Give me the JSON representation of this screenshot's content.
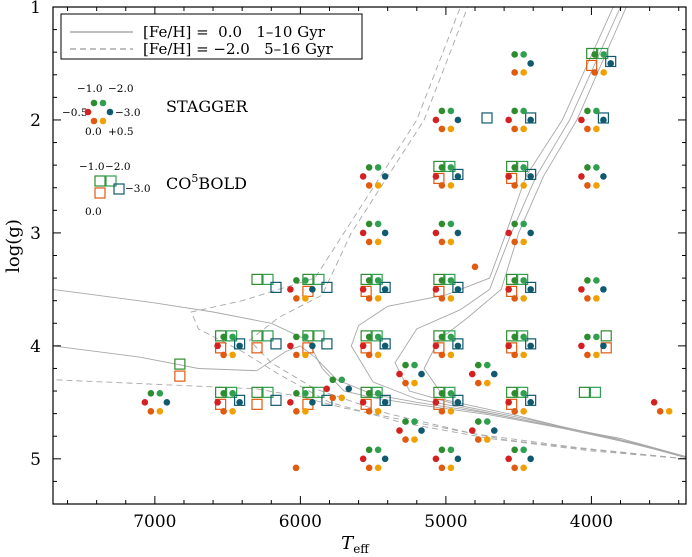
{
  "chart_data": {
    "type": "scatter",
    "xlabel_main": "T",
    "xlabel_sub": "eff",
    "ylabel": "log(g)",
    "xlim": [
      7700,
      3350
    ],
    "ylim": [
      5.4,
      1.0
    ],
    "xticks": [
      7000,
      6000,
      5000,
      4000
    ],
    "xtick_labels": [
      "7000",
      "6000",
      "5000",
      "4000"
    ],
    "yticks": [
      1,
      2,
      3,
      4,
      5
    ],
    "ytick_labels": [
      "1",
      "2",
      "3",
      "4",
      "5"
    ],
    "legend_placement": "top-left",
    "legend": [
      {
        "label": "[Fe/H] =  0.0   1–10 Gyr",
        "style": "solid"
      },
      {
        "label": "[Fe/H] = −2.0   5–16 Gyr",
        "style": "dashed"
      }
    ],
    "key_stagger": {
      "title": "STAGGER",
      "labels": [
        "−1.0",
        "−2.0",
        "−0.5",
        "−3.0",
        "0.0",
        "+0.5"
      ]
    },
    "key_co5bold": {
      "title_prefix": "CO",
      "title_sup": "5",
      "title_suffix": "BOLD",
      "labels": [
        "−1.0",
        "−2.0",
        "−3.0",
        "0.0"
      ]
    },
    "metallicity_colors": {
      "+0.5": "#f0a000",
      "0.0": "#e05a10",
      "-0.5": "#d42020",
      "-1.0": "#2e8b2e",
      "-2.0": "#30a050",
      "-3.0": "#0f5a6e"
    },
    "stagger_grid": [
      {
        "teff": 3950,
        "logg": 1.5,
        "mets": [
          "-1.0",
          "-2.0",
          "-3.0",
          "0.0",
          "+0.5"
        ]
      },
      {
        "teff": 4500,
        "logg": 1.5,
        "mets": [
          "-1.0",
          "-2.0",
          "-3.0",
          "0.0",
          "+0.5"
        ]
      },
      {
        "teff": 5000,
        "logg": 2.0,
        "mets": [
          "-1.0",
          "-2.0",
          "-0.5",
          "-3.0",
          "0.0",
          "+0.5"
        ]
      },
      {
        "teff": 4500,
        "logg": 2.0,
        "mets": [
          "-1.0",
          "-2.0",
          "-0.5",
          "-3.0",
          "0.0",
          "+0.5"
        ]
      },
      {
        "teff": 4000,
        "logg": 2.0,
        "mets": [
          "-1.0",
          "-2.0",
          "-0.5",
          "-3.0",
          "0.0",
          "+0.5"
        ]
      },
      {
        "teff": 5500,
        "logg": 2.5,
        "mets": [
          "-1.0",
          "-2.0",
          "-0.5",
          "-3.0",
          "0.0",
          "+0.5"
        ]
      },
      {
        "teff": 5000,
        "logg": 2.5,
        "mets": [
          "-1.0",
          "-2.0",
          "-0.5",
          "-3.0",
          "0.0",
          "+0.5"
        ]
      },
      {
        "teff": 4500,
        "logg": 2.5,
        "mets": [
          "-1.0",
          "-2.0",
          "-0.5",
          "-3.0",
          "0.0",
          "+0.5"
        ]
      },
      {
        "teff": 4000,
        "logg": 2.5,
        "mets": [
          "-1.0",
          "-2.0",
          "-0.5",
          "-3.0",
          "0.0",
          "+0.5"
        ]
      },
      {
        "teff": 5500,
        "logg": 3.0,
        "mets": [
          "-1.0",
          "-2.0",
          "-0.5",
          "-3.0",
          "0.0",
          "+0.5"
        ]
      },
      {
        "teff": 5000,
        "logg": 3.0,
        "mets": [
          "-1.0",
          "-2.0",
          "-0.5",
          "-3.0",
          "0.0",
          "+0.5"
        ]
      },
      {
        "teff": 4500,
        "logg": 3.0,
        "mets": [
          "-1.0",
          "-2.0",
          "-0.5",
          "-3.0",
          "0.0",
          "+0.5"
        ]
      },
      {
        "teff": 6000,
        "logg": 3.5,
        "mets": [
          "-1.0",
          "-2.0",
          "-0.5",
          "-3.0",
          "0.0",
          "+0.5"
        ]
      },
      {
        "teff": 5500,
        "logg": 3.5,
        "mets": [
          "-1.0",
          "-2.0",
          "-0.5",
          "-3.0",
          "0.0",
          "+0.5"
        ]
      },
      {
        "teff": 5000,
        "logg": 3.5,
        "mets": [
          "-1.0",
          "-2.0",
          "-0.5",
          "-3.0",
          "0.0",
          "+0.5"
        ]
      },
      {
        "teff": 4500,
        "logg": 3.5,
        "mets": [
          "-1.0",
          "-2.0",
          "-0.5",
          "-3.0",
          "0.0",
          "+0.5"
        ]
      },
      {
        "teff": 4000,
        "logg": 3.5,
        "mets": [
          "-1.0",
          "-2.0",
          "-0.5",
          "-3.0",
          "0.0",
          "+0.5"
        ]
      },
      {
        "teff": 6500,
        "logg": 4.0,
        "mets": [
          "-1.0",
          "-2.0",
          "-0.5",
          "-3.0",
          "0.0",
          "+0.5"
        ]
      },
      {
        "teff": 6000,
        "logg": 4.0,
        "mets": [
          "-1.0",
          "-2.0",
          "-0.5",
          "-3.0",
          "0.0",
          "+0.5"
        ]
      },
      {
        "teff": 5500,
        "logg": 4.0,
        "mets": [
          "-1.0",
          "-2.0",
          "-0.5",
          "-3.0",
          "0.0",
          "+0.5"
        ]
      },
      {
        "teff": 5000,
        "logg": 4.0,
        "mets": [
          "-1.0",
          "-2.0",
          "-0.5",
          "-3.0",
          "0.0",
          "+0.5"
        ]
      },
      {
        "teff": 4500,
        "logg": 4.0,
        "mets": [
          "-1.0",
          "-2.0",
          "-0.5",
          "-3.0",
          "0.0",
          "+0.5"
        ]
      },
      {
        "teff": 4000,
        "logg": 4.0,
        "mets": [
          "-1.0",
          "-2.0",
          "-0.5",
          "-3.0",
          "0.0",
          "+0.5"
        ]
      },
      {
        "teff": 5250,
        "logg": 4.25,
        "mets": [
          "-1.0",
          "-2.0",
          "-0.5",
          "-3.0",
          "0.0",
          "+0.5"
        ]
      },
      {
        "teff": 4750,
        "logg": 4.25,
        "mets": [
          "-1.0",
          "-2.0",
          "-0.5",
          "-3.0",
          "0.0",
          "+0.5"
        ]
      },
      {
        "teff": 7000,
        "logg": 4.5,
        "mets": [
          "-1.0",
          "-2.0",
          "-0.5",
          "-3.0",
          "0.0",
          "+0.5"
        ]
      },
      {
        "teff": 6500,
        "logg": 4.5,
        "mets": [
          "-1.0",
          "-2.0",
          "-0.5",
          "-3.0",
          "0.0",
          "+0.5"
        ]
      },
      {
        "teff": 6000,
        "logg": 4.5,
        "mets": [
          "-1.0",
          "-2.0",
          "-0.5",
          "-3.0",
          "0.0",
          "+0.5"
        ]
      },
      {
        "teff": 5750,
        "logg": 4.38,
        "mets": [
          "-1.0",
          "-2.0",
          "-0.5",
          "-3.0",
          "0.0",
          "+0.5"
        ]
      },
      {
        "teff": 5500,
        "logg": 4.5,
        "mets": [
          "-1.0",
          "-2.0",
          "-0.5",
          "-3.0",
          "0.0",
          "+0.5"
        ]
      },
      {
        "teff": 5000,
        "logg": 4.5,
        "mets": [
          "-1.0",
          "-2.0",
          "-0.5",
          "-3.0",
          "0.0",
          "+0.5"
        ]
      },
      {
        "teff": 4500,
        "logg": 4.5,
        "mets": [
          "-1.0",
          "-2.0",
          "-0.5",
          "-3.0",
          "0.0",
          "+0.5"
        ]
      },
      {
        "teff": 5250,
        "logg": 4.75,
        "mets": [
          "-1.0",
          "-2.0",
          "-0.5",
          "-3.0",
          "0.0",
          "+0.5"
        ]
      },
      {
        "teff": 4750,
        "logg": 4.75,
        "mets": [
          "-1.0",
          "-2.0",
          "-0.5",
          "-3.0",
          "0.0",
          "+0.5"
        ]
      },
      {
        "teff": 5500,
        "logg": 5.0,
        "mets": [
          "-1.0",
          "-2.0",
          "-0.5",
          "-3.0",
          "0.0",
          "+0.5"
        ]
      },
      {
        "teff": 5000,
        "logg": 5.0,
        "mets": [
          "-1.0",
          "-2.0",
          "-0.5",
          "-3.0",
          "0.0",
          "+0.5"
        ]
      },
      {
        "teff": 4500,
        "logg": 5.0,
        "mets": [
          "-1.0",
          "-2.0",
          "-0.5",
          "-3.0",
          "0.0",
          "+0.5"
        ]
      },
      {
        "teff": 3500,
        "logg": 4.5,
        "mets": [
          "-0.5",
          "0.0",
          "+0.5"
        ]
      },
      {
        "teff": 4800,
        "logg": 3.3,
        "mets": [
          "0.0"
        ]
      },
      {
        "teff": 6030,
        "logg": 5.08,
        "mets": [
          "0.0"
        ]
      }
    ],
    "co5bold_grid": [
      {
        "teff": 3950,
        "logg": 1.5,
        "mets": [
          "-1.0",
          "-2.0",
          "-3.0",
          "0.0"
        ]
      },
      {
        "teff": 4800,
        "logg": 2.0,
        "mets": [
          "-3.0"
        ]
      },
      {
        "teff": 4500,
        "logg": 2.0,
        "mets": [
          "-3.0"
        ]
      },
      {
        "teff": 4000,
        "logg": 2.0,
        "mets": [
          "-3.0"
        ]
      },
      {
        "teff": 5000,
        "logg": 2.5,
        "mets": [
          "-1.0",
          "-2.0",
          "-3.0",
          "0.0"
        ]
      },
      {
        "teff": 4500,
        "logg": 2.5,
        "mets": [
          "-1.0",
          "-2.0",
          "-3.0",
          "0.0"
        ]
      },
      {
        "teff": 6250,
        "logg": 3.5,
        "mets": [
          "-1.0",
          "-2.0",
          "-3.0"
        ]
      },
      {
        "teff": 5900,
        "logg": 3.5,
        "mets": [
          "-1.0",
          "-2.0",
          "-3.0",
          "0.0"
        ]
      },
      {
        "teff": 5500,
        "logg": 3.5,
        "mets": [
          "-1.0",
          "-2.0",
          "-3.0",
          "0.0"
        ]
      },
      {
        "teff": 5000,
        "logg": 3.5,
        "mets": [
          "-1.0",
          "-2.0",
          "-3.0",
          "0.0"
        ]
      },
      {
        "teff": 4500,
        "logg": 3.5,
        "mets": [
          "-1.0",
          "-2.0",
          "-3.0",
          "0.0"
        ]
      },
      {
        "teff": 6500,
        "logg": 4.0,
        "mets": [
          "-1.0",
          "-2.0",
          "-3.0",
          "0.0"
        ]
      },
      {
        "teff": 6250,
        "logg": 4.0,
        "mets": [
          "-1.0",
          "-2.0",
          "-3.0",
          "0.0"
        ]
      },
      {
        "teff": 5900,
        "logg": 4.0,
        "mets": [
          "-1.0",
          "-2.0",
          "-3.0",
          "0.0"
        ]
      },
      {
        "teff": 5500,
        "logg": 4.0,
        "mets": [
          "-1.0",
          "-2.0",
          "-3.0",
          "0.0"
        ]
      },
      {
        "teff": 5000,
        "logg": 4.0,
        "mets": [
          "-1.0",
          "-2.0",
          "-3.0",
          "0.0"
        ]
      },
      {
        "teff": 4500,
        "logg": 4.0,
        "mets": [
          "-1.0",
          "-2.0",
          "-3.0",
          "0.0"
        ]
      },
      {
        "teff": 3850,
        "logg": 4.0,
        "mets": [
          "-1.0",
          "0.0"
        ]
      },
      {
        "teff": 6780,
        "logg": 4.25,
        "mets": [
          "-1.0",
          "0.0"
        ]
      },
      {
        "teff": 6500,
        "logg": 4.5,
        "mets": [
          "-1.0",
          "-2.0",
          "-3.0",
          "0.0"
        ]
      },
      {
        "teff": 6250,
        "logg": 4.5,
        "mets": [
          "-1.0",
          "-2.0",
          "-3.0",
          "0.0"
        ]
      },
      {
        "teff": 5900,
        "logg": 4.5,
        "mets": [
          "-1.0",
          "-2.0",
          "-3.0",
          "0.0"
        ]
      },
      {
        "teff": 5500,
        "logg": 4.5,
        "mets": [
          "-1.0",
          "-2.0",
          "-3.0",
          "0.0"
        ]
      },
      {
        "teff": 5000,
        "logg": 4.5,
        "mets": [
          "-1.0",
          "-2.0",
          "-3.0",
          "0.0"
        ]
      },
      {
        "teff": 4500,
        "logg": 4.5,
        "mets": [
          "-1.0",
          "-2.0",
          "-3.0",
          "0.0"
        ]
      },
      {
        "teff": 4000,
        "logg": 4.5,
        "mets": [
          "-1.0",
          "-2.0"
        ]
      }
    ],
    "isochrones_solar": [
      [
        [
          3350,
          4.99
        ],
        [
          3700,
          4.86
        ],
        [
          4200,
          4.72
        ],
        [
          4700,
          4.6
        ],
        [
          5200,
          4.5
        ],
        [
          5500,
          4.43
        ],
        [
          5750,
          4.3
        ],
        [
          5900,
          4.1
        ],
        [
          6000,
          4.0
        ],
        [
          6100,
          4.05
        ],
        [
          6300,
          4.22
        ],
        [
          6700,
          4.2
        ],
        [
          7100,
          4.1
        ],
        [
          7700,
          4.0
        ]
      ],
      [
        [
          3350,
          4.99
        ],
        [
          3700,
          4.87
        ],
        [
          4200,
          4.73
        ],
        [
          4700,
          4.61
        ],
        [
          5200,
          4.52
        ],
        [
          5500,
          4.46
        ],
        [
          5700,
          4.4
        ],
        [
          5850,
          4.2
        ],
        [
          5950,
          3.95
        ],
        [
          6200,
          3.8
        ],
        [
          6600,
          3.7
        ],
        [
          7000,
          3.62
        ],
        [
          7700,
          3.5
        ]
      ],
      [
        [
          3350,
          4.98
        ],
        [
          3800,
          4.82
        ],
        [
          4300,
          4.7
        ],
        [
          4800,
          4.57
        ],
        [
          5200,
          4.47
        ],
        [
          5500,
          4.32
        ],
        [
          5650,
          4.0
        ],
        [
          5600,
          3.82
        ],
        [
          5400,
          3.65
        ],
        [
          5000,
          3.55
        ],
        [
          4700,
          3.4
        ],
        [
          4600,
          3.05
        ],
        [
          4450,
          2.5
        ],
        [
          4200,
          2.0
        ],
        [
          3850,
          1.0
        ]
      ],
      [
        [
          3350,
          4.98
        ],
        [
          3900,
          4.8
        ],
        [
          4400,
          4.66
        ],
        [
          4900,
          4.53
        ],
        [
          5250,
          4.4
        ],
        [
          5350,
          4.15
        ],
        [
          5200,
          3.85
        ],
        [
          4900,
          3.68
        ],
        [
          4700,
          3.5
        ],
        [
          4550,
          3.0
        ],
        [
          4380,
          2.5
        ],
        [
          4150,
          2.0
        ],
        [
          3800,
          1.0
        ]
      ],
      [
        [
          3350,
          4.98
        ],
        [
          4000,
          4.78
        ],
        [
          4500,
          4.62
        ],
        [
          5000,
          4.48
        ],
        [
          5150,
          4.2
        ],
        [
          5050,
          3.95
        ],
        [
          4850,
          3.75
        ],
        [
          4620,
          3.5
        ],
        [
          4500,
          3.0
        ],
        [
          4330,
          2.5
        ],
        [
          4100,
          2.0
        ],
        [
          3760,
          1.0
        ]
      ]
    ],
    "isochrones_poor": [
      [
        [
          3350,
          5.0
        ],
        [
          4000,
          4.92
        ],
        [
          4600,
          4.83
        ],
        [
          5200,
          4.68
        ],
        [
          5700,
          4.55
        ],
        [
          6000,
          4.45
        ],
        [
          6300,
          4.38
        ],
        [
          7700,
          4.3
        ]
      ],
      [
        [
          3350,
          5.0
        ],
        [
          4000,
          4.93
        ],
        [
          4700,
          4.82
        ],
        [
          5300,
          4.68
        ],
        [
          5800,
          4.5
        ],
        [
          6150,
          4.25
        ],
        [
          6400,
          4.05
        ],
        [
          6700,
          3.85
        ],
        [
          6750,
          3.7
        ],
        [
          6400,
          3.6
        ],
        [
          5900,
          3.4
        ],
        [
          5700,
          3.0
        ],
        [
          5450,
          2.5
        ],
        [
          5200,
          2.0
        ],
        [
          4900,
          1.0
        ]
      ],
      [
        [
          3350,
          5.0
        ],
        [
          4100,
          4.9
        ],
        [
          4800,
          4.78
        ],
        [
          5400,
          4.6
        ],
        [
          5900,
          4.38
        ],
        [
          6200,
          4.15
        ],
        [
          6350,
          3.95
        ],
        [
          6150,
          3.75
        ],
        [
          5850,
          3.55
        ],
        [
          5650,
          3.0
        ],
        [
          5400,
          2.5
        ],
        [
          5150,
          2.0
        ],
        [
          4850,
          1.0
        ]
      ]
    ]
  }
}
